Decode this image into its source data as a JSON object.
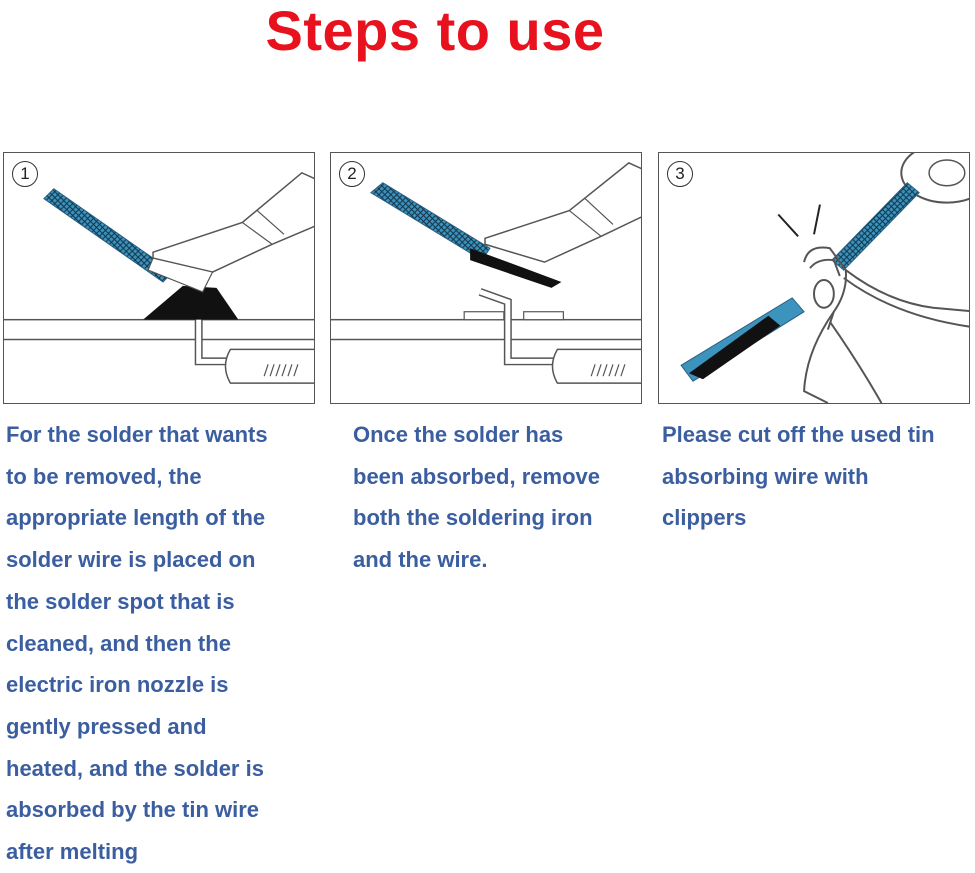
{
  "title": "Steps to use",
  "steps": [
    {
      "number": "1",
      "text_lines": [
        "For the solder that wants",
        "to be removed, the",
        "appropriate length of the",
        "solder wire is placed on",
        "the solder spot that is",
        "cleaned, and then the",
        "electric iron nozzle is",
        "gently pressed and",
        "heated, and the solder is",
        "absorbed by the tin wire",
        "after melting"
      ]
    },
    {
      "number": "2",
      "text_lines": [
        "Once the solder has",
        "been absorbed, remove",
        "both the soldering iron",
        "and the wire."
      ]
    },
    {
      "number": "3",
      "text_lines": [
        "Please cut off the used tin",
        "absorbing wire with",
        "clippers"
      ]
    }
  ],
  "colors": {
    "title": "#e8121f",
    "text": "#3b5ea0",
    "wick": "#3c93bd",
    "outline": "#555555"
  }
}
